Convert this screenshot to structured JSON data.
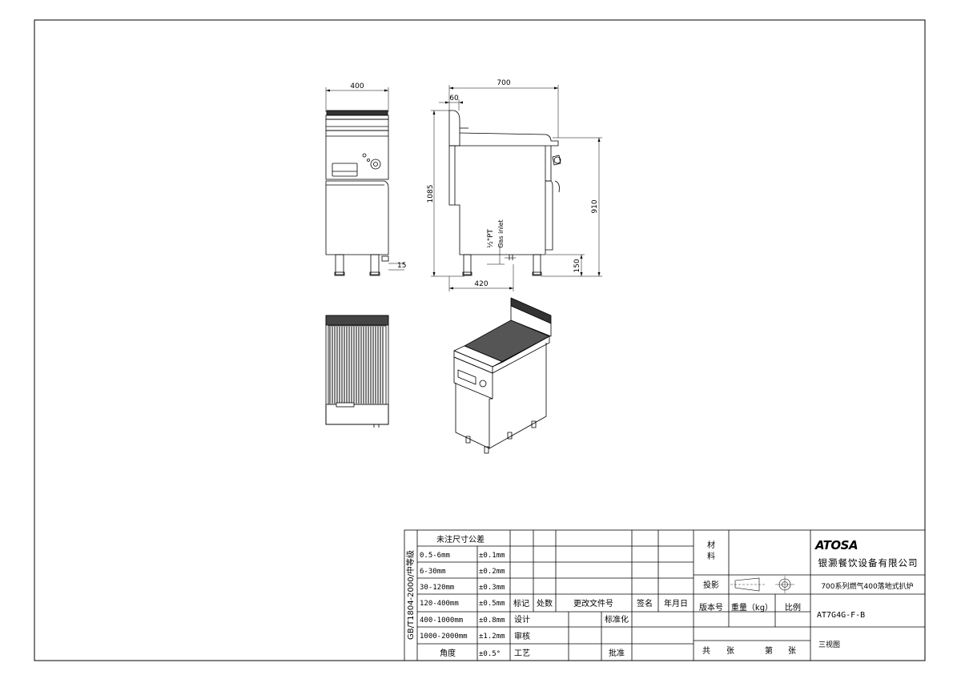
{
  "views": {
    "front": {
      "width_dim": "400",
      "foot_dim": "15"
    },
    "side": {
      "depth_dim": "700",
      "backsplash_dim": "60",
      "total_height_dim": "1085",
      "body_height_dim": "910",
      "leg_height_dim": "150",
      "base_depth_dim": "420",
      "gas_size_label": "½\"PT",
      "gas_label": "Gas inlet"
    }
  },
  "title_block": {
    "tolerance_header": "未注尺寸公差",
    "standard": "GB/T1804-2000/中等级",
    "tolerances": [
      {
        "range": "0.5-6mm",
        "tol": "±0.1mm"
      },
      {
        "range": "6-30mm",
        "tol": "±0.2mm"
      },
      {
        "range": "30-120mm",
        "tol": "±0.3mm"
      },
      {
        "range": "120-400mm",
        "tol": "±0.5mm"
      },
      {
        "range": "400-1000mm",
        "tol": "±0.8mm"
      },
      {
        "range": "1000-2000mm",
        "tol": "±1.2mm"
      },
      {
        "range": "角度",
        "tol": "±0.5°"
      }
    ],
    "revision_headers": {
      "mark": "标记",
      "count": "处数",
      "doc": "更改文件号",
      "sign": "签名",
      "date": "年月日"
    },
    "roles": {
      "design": "设计",
      "standardize": "标准化",
      "review": "审核",
      "process": "工艺",
      "approve": "批准"
    },
    "material_label": "材\n料",
    "material_1": "材",
    "material_2": "料",
    "projection_label": "投影",
    "version_label": "版本号",
    "weight_label": "重量（kg）",
    "scale_label": "比例",
    "total_label": "共",
    "sheet_label": "张",
    "page_label": "第",
    "page_sheet_label": "张",
    "logo_text": "ATOSA",
    "company": "银灏餐饮设备有限公司",
    "product_name": "700系列燃气400落地式扒炉",
    "model": "AT7G4G-F-B",
    "drawing_type": "三视图"
  }
}
